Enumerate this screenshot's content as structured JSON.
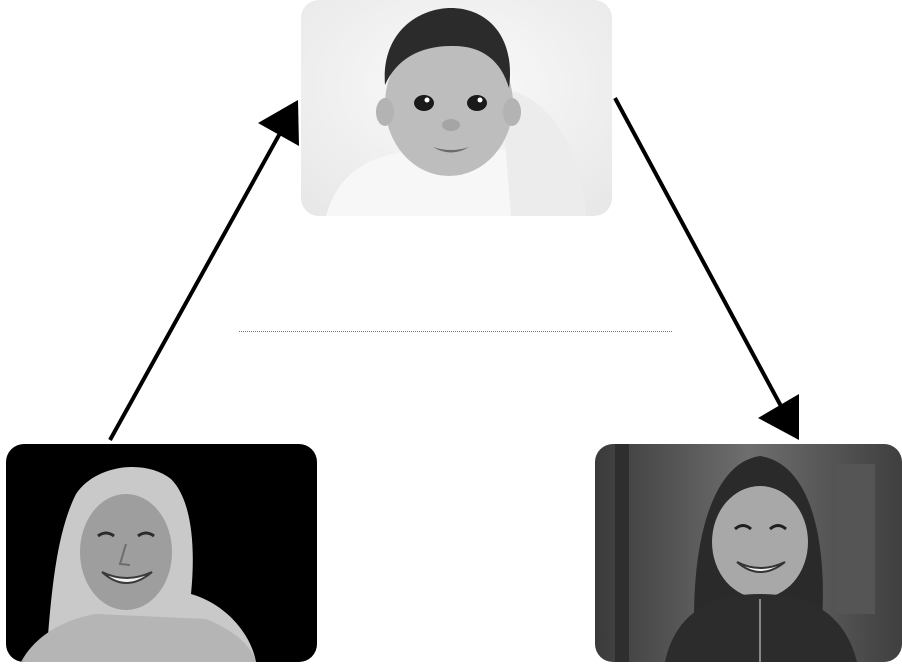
{
  "diagram": {
    "nodes": [
      {
        "id": "baby",
        "description_icon": "baby-photo"
      },
      {
        "id": "elder",
        "description_icon": "elderly-woman-photo"
      },
      {
        "id": "girl",
        "description_icon": "young-girl-photo"
      }
    ],
    "edges": [
      {
        "from": "elder",
        "to": "baby",
        "style": "solid-arrow"
      },
      {
        "from": "baby",
        "to": "girl",
        "style": "solid-arrow"
      }
    ],
    "divider_style": "dotted"
  },
  "colors": {
    "arrow": "#000000",
    "divider": "#777777",
    "elder_background": "#000000",
    "baby_background": "#f2f2f2",
    "girl_background": "#4a4a4a"
  }
}
